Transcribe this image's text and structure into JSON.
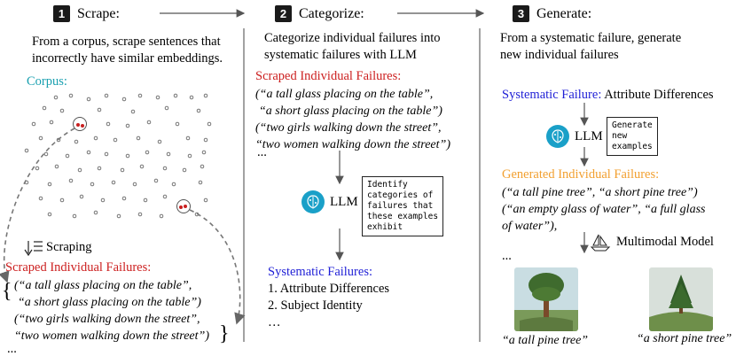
{
  "steps": [
    {
      "num": "1",
      "label": "Scrape:"
    },
    {
      "num": "2",
      "label": "Categorize:"
    },
    {
      "num": "3",
      "label": "Generate:"
    }
  ],
  "col1": {
    "desc": [
      "From a corpus, scrape sentences that",
      "incorrectly have similar embeddings."
    ],
    "corpus_label": "Corpus:",
    "scraping_label": "Scraping",
    "failures_title": "Scraped Individual Failures:",
    "failures": [
      "(“a tall glass placing on the table”,",
      " “a short glass placing on the table”)",
      "(“two girls walking down the street”,",
      "“two women walking down the street”)"
    ],
    "ellipsis": "..."
  },
  "col2": {
    "desc": [
      "Categorize individual failures into",
      "systematic failures with LLM"
    ],
    "failures_title": "Scraped Individual Failures:",
    "failures": [
      "(“a tall glass placing on the table”,",
      " “a short glass placing on the table”)",
      "(“two girls walking down the street”,",
      "“two women walking down the street”)"
    ],
    "ellipsis": "...",
    "llm_label": "LLM",
    "prompt": [
      "Identify",
      "categories of",
      "failures that",
      "these examples",
      "exhibit"
    ],
    "systematic_title": "Systematic Failures:",
    "systematic_items": [
      "1. Attribute Differences",
      "2. Subject Identity",
      "…"
    ]
  },
  "col3": {
    "desc": [
      "From a systematic failure, generate",
      "new individual failures"
    ],
    "systematic_prefix": "Systematic Failure:",
    "systematic_value": "Attribute Differences",
    "llm_label": "LLM",
    "prompt": [
      "Generate",
      "new",
      "examples"
    ],
    "generated_title": "Generated Individual Failures:",
    "generated": [
      "(“a tall pine tree”, “a short pine tree”)",
      "(“an empty glass of water”, “a full glass",
      "of water”),"
    ],
    "model_label": "Multimodal Model",
    "ellipsis": "...",
    "captions": [
      "“a tall pine tree”",
      "“a short pine tree”"
    ]
  },
  "colors": {
    "red": "#cc1f1f",
    "blue": "#1f1fd6",
    "teal": "#1aa0b0",
    "orange": "#f2a030"
  }
}
